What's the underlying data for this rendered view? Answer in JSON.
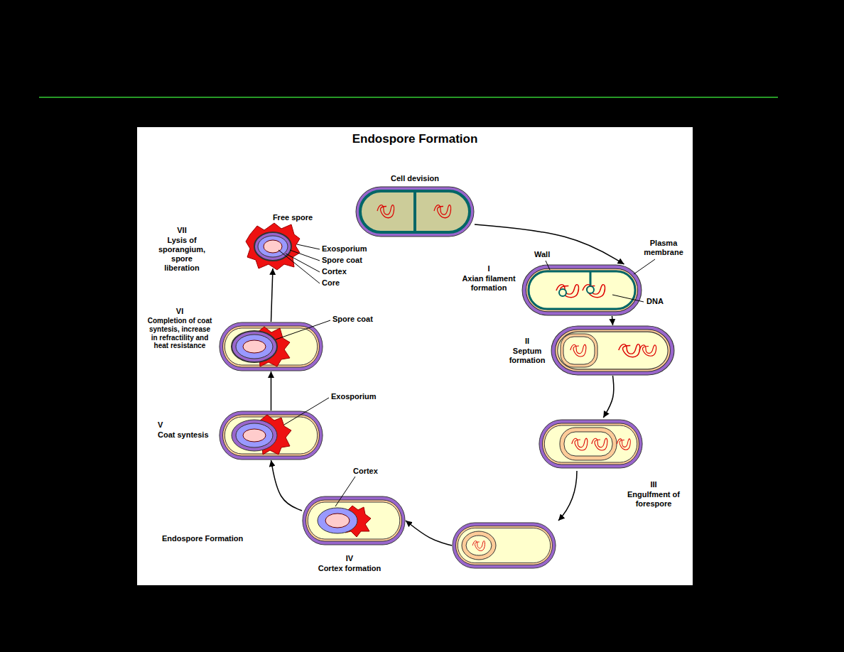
{
  "diagram": {
    "title": "Endospore Formation",
    "nodes": [
      {
        "text": [
          "Cell devision"
        ]
      },
      {
        "text": [
          "I",
          "Axian filament formation"
        ]
      },
      {
        "text": [
          "II",
          "Septum formation"
        ]
      },
      {
        "text": [
          "III",
          "Engulfment of forespore"
        ]
      },
      {
        "text": [
          "IV",
          "Cortex formation"
        ]
      },
      {
        "text": [
          "V",
          "Coat syntesis"
        ]
      },
      {
        "text": [
          "VI",
          "Completion of coat syntesis, increase in refractility and heat resistance"
        ]
      },
      {
        "text": [
          "VII",
          "Lysis of sporangium, spore liberation",
          "Free spore"
        ]
      }
    ],
    "edges": [
      {
        "from": 0,
        "to": 1,
        "arrow": "to"
      },
      {
        "from": 1,
        "to": 2,
        "arrow": "to"
      },
      {
        "from": 2,
        "to": 3,
        "arrow": "to"
      },
      {
        "from": 3,
        "to": 4,
        "arrow": "to"
      },
      {
        "from": 4,
        "to": 5,
        "arrow": "to"
      },
      {
        "from": 5,
        "to": 6,
        "arrow": "to"
      },
      {
        "from": 6,
        "to": 7,
        "arrow": "to"
      }
    ],
    "labels": [
      "Wall",
      "Plasma membrane",
      "DNA",
      "Exosporium",
      "Spore coat",
      "Cortex",
      "Core",
      "Spore coat",
      "Exosporium",
      "Cortex",
      "Endospore Formation"
    ]
  }
}
